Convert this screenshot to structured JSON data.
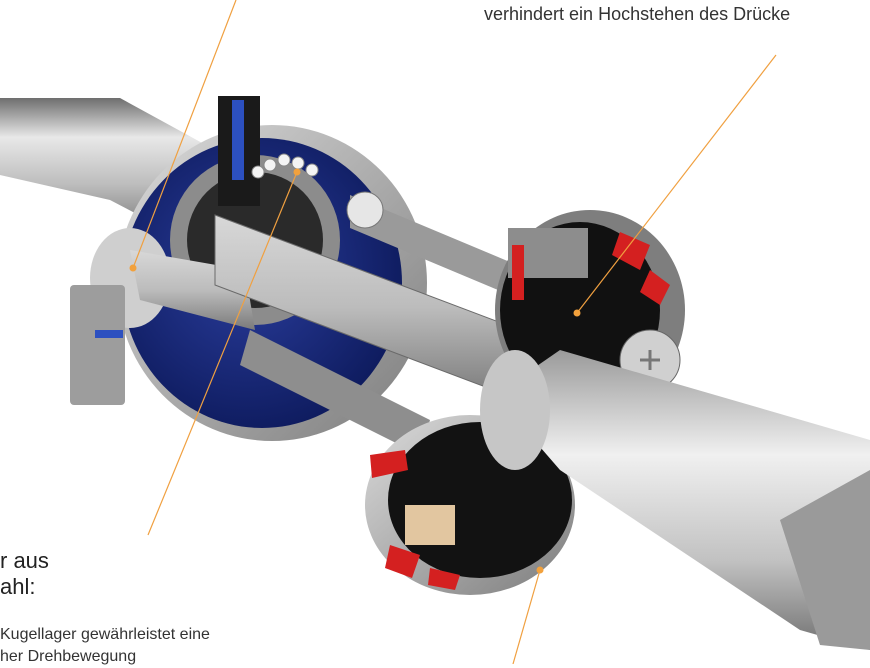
{
  "labels": {
    "top_right": "verhindert ein Hochstehen des Drücke",
    "heading_line1": "r aus",
    "heading_line2": "ahl:",
    "body_line1": "Kugellager gewährleistet eine",
    "body_line2": "her Drehbewegung"
  },
  "colors": {
    "leader_line": "#f0a040",
    "leader_dot": "#f2a13c",
    "rosette_blue": "#1a2a7a",
    "accent_red": "#d42020",
    "steel": "#b8b8b8",
    "background": "#ffffff"
  }
}
